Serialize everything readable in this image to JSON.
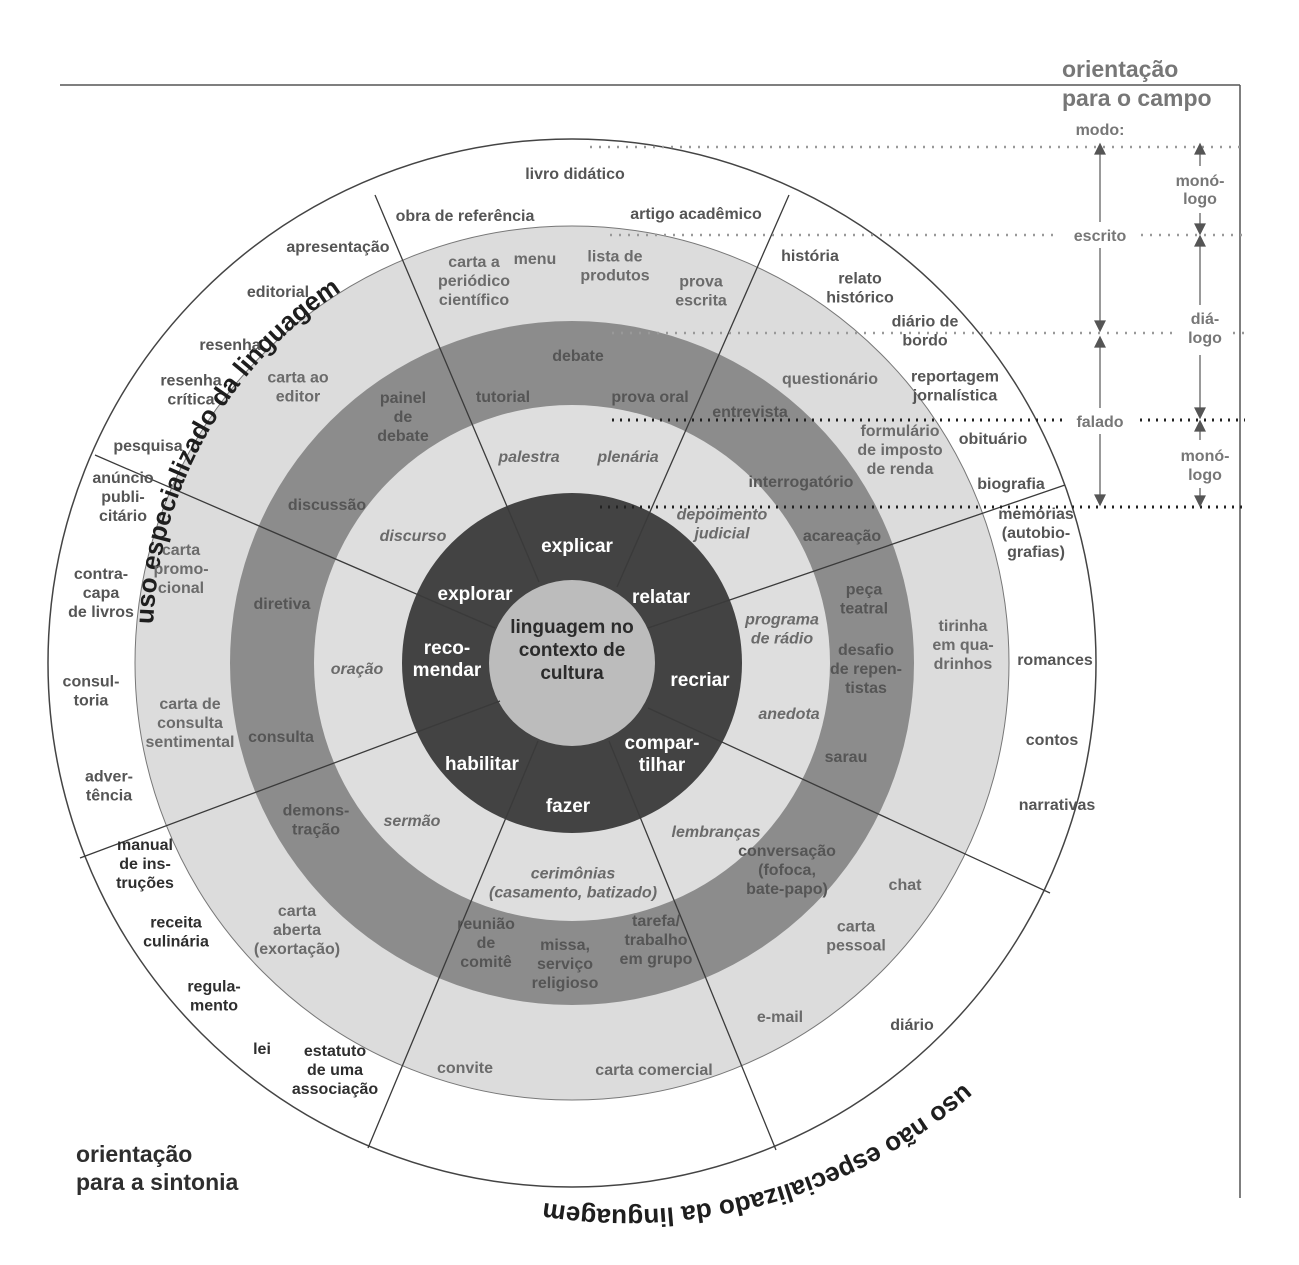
{
  "colors": {
    "outer_ring": "#ffffff",
    "ring_light": "#dcdcdc",
    "ring_mid": "#8c8c8c",
    "ring_inner_light": "#dedede",
    "ring_dark": "#434343",
    "center": "#bcbcbc",
    "line": "#3a3a3a"
  },
  "titles": {
    "campo": [
      "orientação",
      "para o campo"
    ],
    "sintonia": [
      "orientação",
      "para a sintonia"
    ],
    "arc_top": "uso especializado da linguagem",
    "arc_bottom": "uso não especializado da linguagem"
  },
  "side_scale": {
    "modo": "modo:",
    "escrito": "escrito",
    "falado": "falado",
    "monologo_top": [
      "monó-",
      "logo"
    ],
    "dialogo": [
      "diá-",
      "logo"
    ],
    "monologo_bottom": [
      "monó-",
      "logo"
    ]
  },
  "center": [
    "linguagem no",
    "contexto de",
    "cultura"
  ],
  "inner_ring": [
    {
      "lines": [
        "explicar"
      ]
    },
    {
      "lines": [
        "relatar"
      ]
    },
    {
      "lines": [
        "recriar"
      ]
    },
    {
      "lines": [
        "compar-",
        "tilhar"
      ]
    },
    {
      "lines": [
        "fazer"
      ]
    },
    {
      "lines": [
        "habilitar"
      ]
    },
    {
      "lines": [
        "reco-",
        "mendar"
      ]
    },
    {
      "lines": [
        "explorar"
      ]
    }
  ],
  "ring3": [
    {
      "lines": [
        "palestra"
      ]
    },
    {
      "lines": [
        "plenária"
      ]
    },
    {
      "lines": [
        "depoimento",
        "judicial"
      ]
    },
    {
      "lines": [
        "programa",
        "de rádio"
      ]
    },
    {
      "lines": [
        "anedota"
      ]
    },
    {
      "lines": [
        "lembranças"
      ]
    },
    {
      "lines": [
        "cerimônias",
        "(casamento, batizado)"
      ]
    },
    {
      "lines": [
        "sermão"
      ]
    },
    {
      "lines": [
        "oração"
      ]
    },
    {
      "lines": [
        "discurso"
      ]
    }
  ],
  "ring2": [
    {
      "lines": [
        "debate"
      ]
    },
    {
      "lines": [
        "tutorial"
      ]
    },
    {
      "lines": [
        "prova oral"
      ]
    },
    {
      "lines": [
        "painel",
        "de",
        "debate"
      ]
    },
    {
      "lines": [
        "entrevista"
      ]
    },
    {
      "lines": [
        "interrogatório"
      ]
    },
    {
      "lines": [
        "acareação"
      ]
    },
    {
      "lines": [
        "peça",
        "teatral"
      ]
    },
    {
      "lines": [
        "desafio",
        "de repen-",
        "tistas"
      ]
    },
    {
      "lines": [
        "sarau"
      ]
    },
    {
      "lines": [
        "conversação",
        "(fofoca,",
        "bate-papo)"
      ]
    },
    {
      "lines": [
        "tarefa/",
        "trabalho",
        "em grupo"
      ]
    },
    {
      "lines": [
        "missa,",
        "serviço",
        "religioso"
      ]
    },
    {
      "lines": [
        "reunião",
        "de",
        "comitê"
      ]
    },
    {
      "lines": [
        "demons-",
        "tração"
      ]
    },
    {
      "lines": [
        "consulta"
      ]
    },
    {
      "lines": [
        "diretiva"
      ]
    },
    {
      "lines": [
        "discussão"
      ]
    }
  ],
  "ring1": [
    {
      "lines": [
        "menu"
      ]
    },
    {
      "lines": [
        "lista de",
        "produtos"
      ]
    },
    {
      "lines": [
        "carta a",
        "periódico",
        "científico"
      ]
    },
    {
      "lines": [
        "prova",
        "escrita"
      ]
    },
    {
      "lines": [
        "carta ao",
        "editor"
      ]
    },
    {
      "lines": [
        "questionário"
      ]
    },
    {
      "lines": [
        "formulário",
        "de imposto",
        "de renda"
      ]
    },
    {
      "lines": [
        "tirinha",
        "em qua-",
        "drinhos"
      ]
    },
    {
      "lines": [
        "chat"
      ]
    },
    {
      "lines": [
        "carta",
        "pessoal"
      ]
    },
    {
      "lines": [
        "e-mail"
      ]
    },
    {
      "lines": [
        "convite"
      ]
    },
    {
      "lines": [
        "carta comercial"
      ]
    },
    {
      "lines": [
        "carta",
        "aberta",
        "(exortação)"
      ]
    },
    {
      "lines": [
        "carta de",
        "consulta",
        "sentimental"
      ]
    },
    {
      "lines": [
        "carta",
        "promo-",
        "cional"
      ]
    }
  ],
  "outer": [
    {
      "lines": [
        "livro didático"
      ]
    },
    {
      "lines": [
        "obra de referência"
      ]
    },
    {
      "lines": [
        "artigo acadêmico"
      ]
    },
    {
      "lines": [
        "apresentação"
      ]
    },
    {
      "lines": [
        "editorial"
      ]
    },
    {
      "lines": [
        "resenha"
      ]
    },
    {
      "lines": [
        "resenha",
        "crítica"
      ]
    },
    {
      "lines": [
        "pesquisa"
      ]
    },
    {
      "lines": [
        "história"
      ]
    },
    {
      "lines": [
        "relato",
        "histórico"
      ]
    },
    {
      "lines": [
        "diário de",
        "bordo"
      ]
    },
    {
      "lines": [
        "reportagem",
        "jornalística"
      ]
    },
    {
      "lines": [
        "obituário"
      ]
    },
    {
      "lines": [
        "biografia"
      ]
    },
    {
      "lines": [
        "memórias",
        "(autobio-",
        "grafias)"
      ]
    },
    {
      "lines": [
        "romances"
      ]
    },
    {
      "lines": [
        "contos"
      ]
    },
    {
      "lines": [
        "narrativas"
      ]
    },
    {
      "lines": [
        "diário"
      ]
    },
    {
      "lines": [
        "anúncio",
        "publi-",
        "citário"
      ]
    },
    {
      "lines": [
        "contra-",
        "capa",
        "de livros"
      ]
    },
    {
      "lines": [
        "consul-",
        "toria"
      ]
    },
    {
      "lines": [
        "adver-",
        "tência"
      ]
    },
    {
      "lines": [
        "manual",
        "de ins-",
        "truções"
      ]
    },
    {
      "lines": [
        "receita",
        "culinária"
      ]
    },
    {
      "lines": [
        "regula-",
        "mento"
      ]
    },
    {
      "lines": [
        "lei"
      ]
    },
    {
      "lines": [
        "estatuto",
        "de uma",
        "associação"
      ]
    }
  ]
}
